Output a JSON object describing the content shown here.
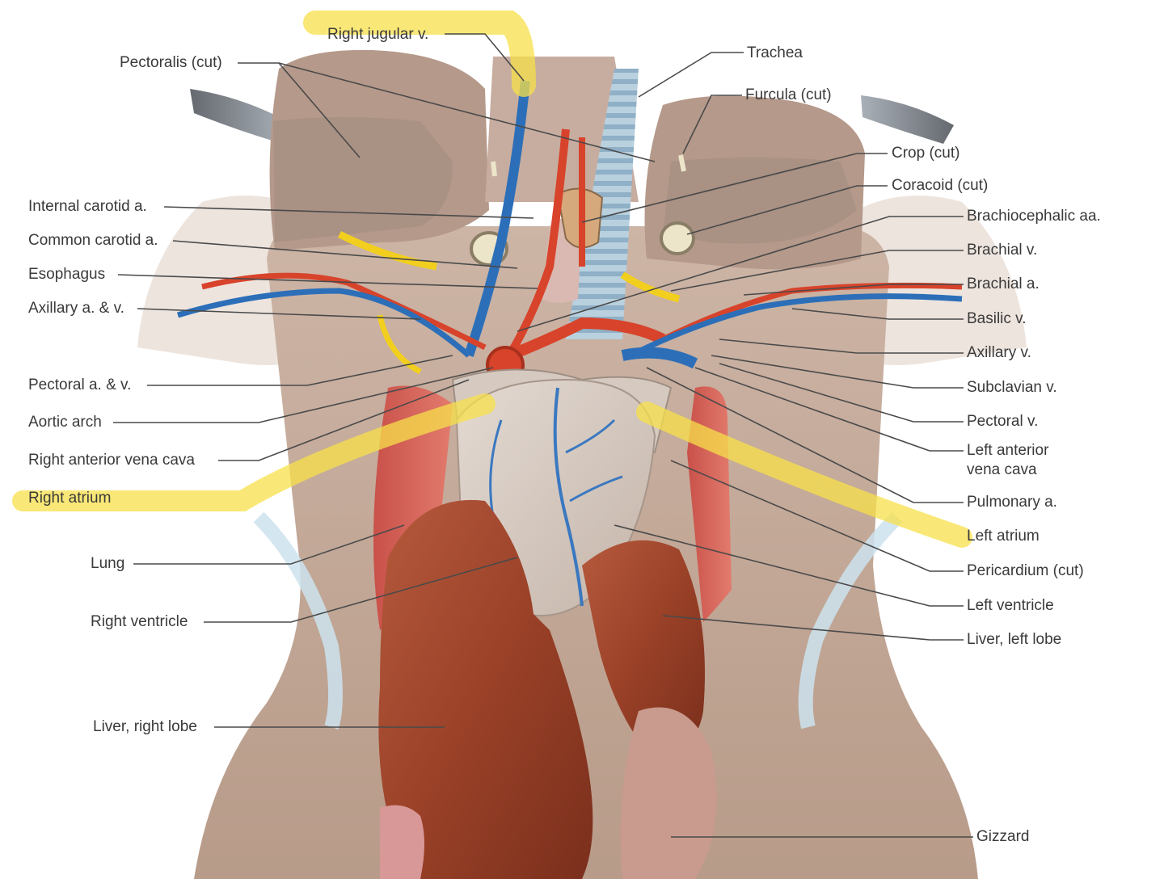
{
  "diagram": {
    "labels_left": {
      "pectoralis": "Pectoralis (cut)",
      "internal_carotid": "Internal carotid a.",
      "common_carotid": "Common carotid a.",
      "esophagus": "Esophagus",
      "axillary_av": "Axillary a. & v.",
      "pectoral_av": "Pectoral a. & v.",
      "aortic_arch": "Aortic arch",
      "right_anterior_vena_cava": "Right anterior vena cava",
      "right_atrium": "Right atrium",
      "lung": "Lung",
      "right_ventricle": "Right ventricle",
      "liver_right_lobe": "Liver, right lobe"
    },
    "labels_top": {
      "right_jugular": "Right jugular v.",
      "trachea": "Trachea",
      "furcula": "Furcula (cut)",
      "crop": "Crop (cut)",
      "coracoid": "Coracoid (cut)"
    },
    "labels_right": {
      "brachiocephalic": "Brachiocephalic aa.",
      "brachial_v": "Brachial v.",
      "brachial_a": "Brachial a.",
      "basilic_v": "Basilic v.",
      "axillary_v": "Axillary v.",
      "subclavian_v": "Subclavian v.",
      "pectoral_v": "Pectoral v.",
      "left_anterior_vena_cava_1": "Left anterior",
      "left_anterior_vena_cava_2": "vena cava",
      "pulmonary_a": "Pulmonary a.",
      "left_atrium": "Left atrium",
      "pericardium": "Pericardium (cut)",
      "left_ventricle": "Left ventricle",
      "liver_left_lobe": "Liver, left lobe",
      "gizzard": "Gizzard"
    },
    "colors": {
      "highlight": "#f7e04a",
      "artery": "#d8432b",
      "vein": "#2c6fb8",
      "nerve": "#f2cf1e",
      "muscle": "#c9b2a3",
      "liver": "#9a4128",
      "heart": "#d9cfc7",
      "trachea": "#a9c3d4",
      "leader": "#4a4a4a"
    }
  }
}
